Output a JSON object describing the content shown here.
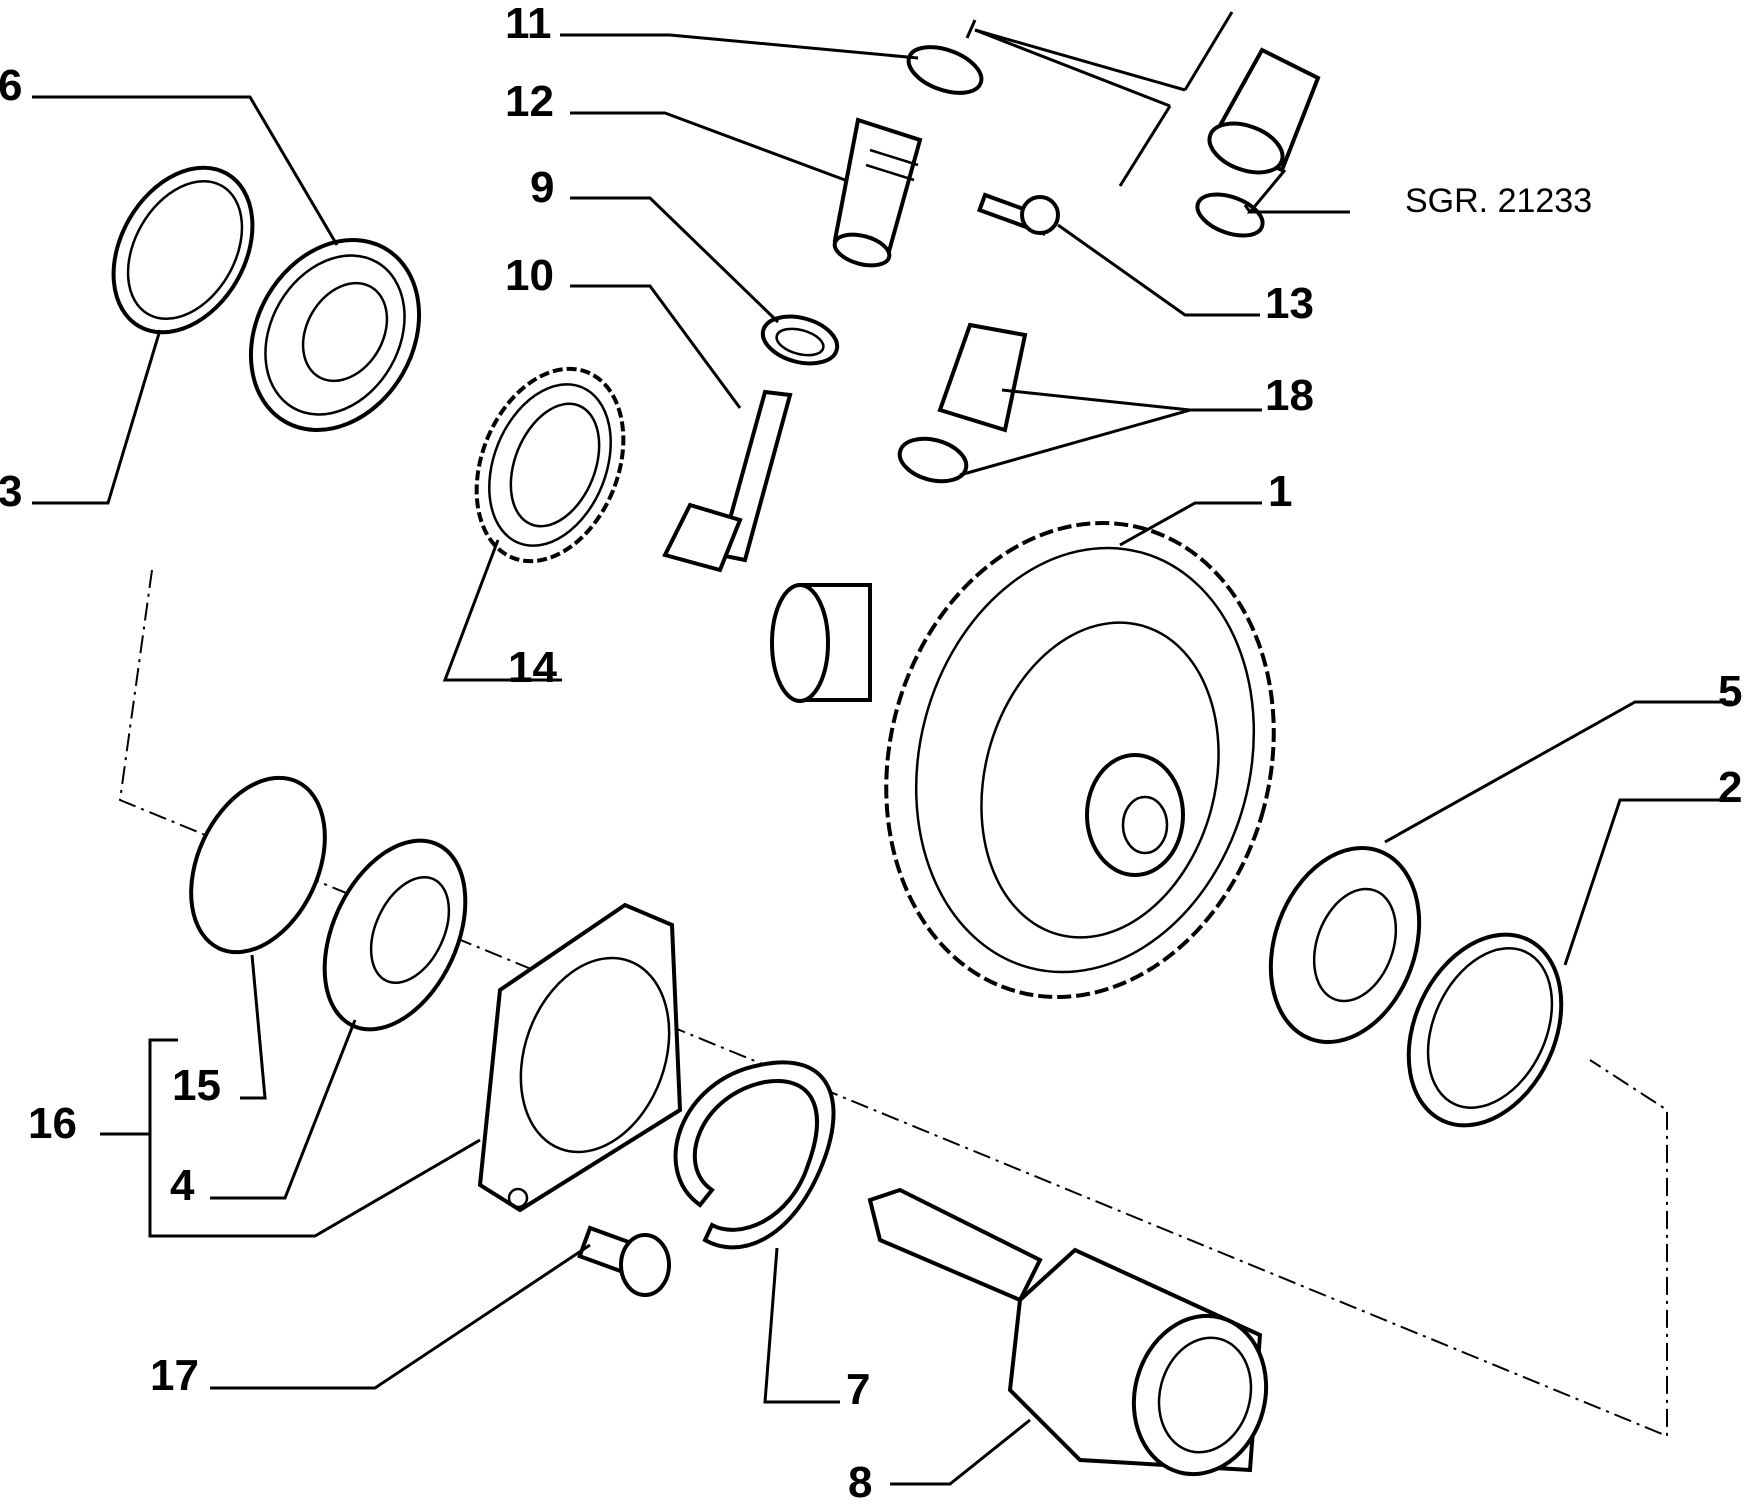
{
  "labels": {
    "l1": "1",
    "l2": "2",
    "l3": "3",
    "l4": "4",
    "l5": "5",
    "l6": "6",
    "l7": "7",
    "l8": "8",
    "l9": "9",
    "l10": "10",
    "l11": "11",
    "l12": "12",
    "l13": "13",
    "l14": "14",
    "l15": "15",
    "l16": "16",
    "l17": "17",
    "l18": "18"
  },
  "reference": "SGR. 21233"
}
